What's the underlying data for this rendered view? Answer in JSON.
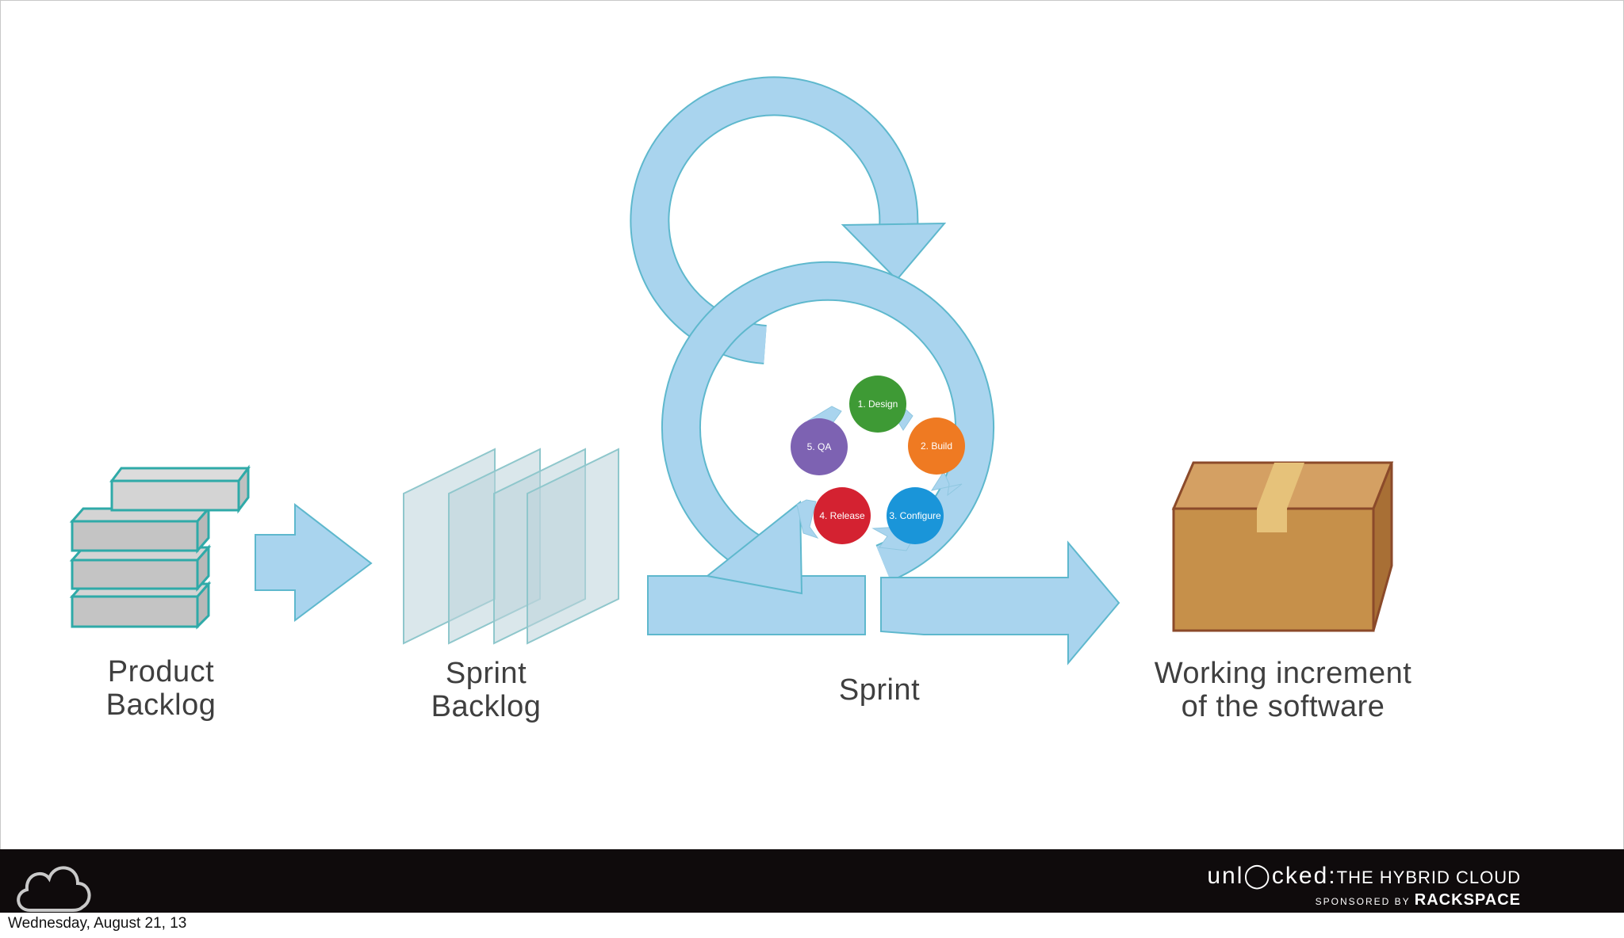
{
  "stages": {
    "product_backlog": {
      "line1": "Product",
      "line2": "Backlog"
    },
    "sprint_backlog": {
      "line1": "Sprint",
      "line2": "Backlog"
    },
    "sprint": {
      "label": "Sprint"
    },
    "working_increment": {
      "line1": "Working increment",
      "line2": "of the software"
    }
  },
  "cycle_steps": [
    {
      "label": "1. Design",
      "color": "#3e9a35"
    },
    {
      "label": "2. Build",
      "color": "#ef7a22"
    },
    {
      "label": "3. Configure",
      "color": "#1a95d9"
    },
    {
      "label": "4. Release",
      "color": "#d42231"
    },
    {
      "label": "5. QA",
      "color": "#7d62b2"
    }
  ],
  "colors": {
    "arrow_fill": "#a9d4ee",
    "arrow_stroke": "#5eb8cd",
    "block_fill": "#c4c4c4",
    "block_stroke": "#2faaa8",
    "box_fill": "#c6904a",
    "box_stroke": "#8b4a2a",
    "footer": "#0f0b0c"
  },
  "footer": {
    "brand_logo": "unl◯cked:",
    "brand_title": "THE HYBRID CLOUD",
    "sponsored_by": "SPONSORED BY",
    "sponsor": "RACKSPACE",
    "date": "Wednesday, August 21, 13"
  }
}
